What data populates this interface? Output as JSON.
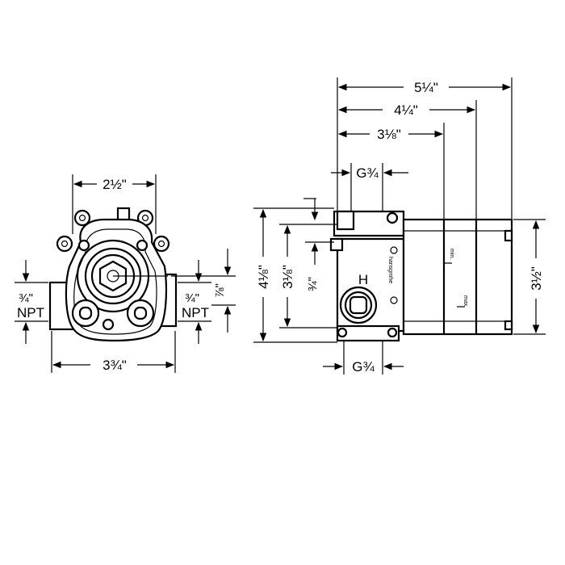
{
  "front_view": {
    "width_top": "2½\"",
    "width_bottom": "3¾\"",
    "left_inlet": "¾\"",
    "left_inlet_thread": "NPT",
    "right_inlet": "¾\"",
    "right_inlet_thread": "NPT",
    "right_offset": "⅞\""
  },
  "side_view": {
    "depth_total": "5¼\"",
    "depth_middle": "4¼\"",
    "depth_short": "3⅛\"",
    "thread_top": "G¾",
    "thread_bottom": "G¾",
    "height_total": "4⅛\"",
    "height_inner": "3⅛\"",
    "offset_vertical": "¾\"",
    "body_height": "3½\"",
    "label_min": "min.",
    "label_max": "max.",
    "brand": "hansgrohe"
  },
  "colors": {
    "line": "#000000",
    "background": "#ffffff"
  }
}
